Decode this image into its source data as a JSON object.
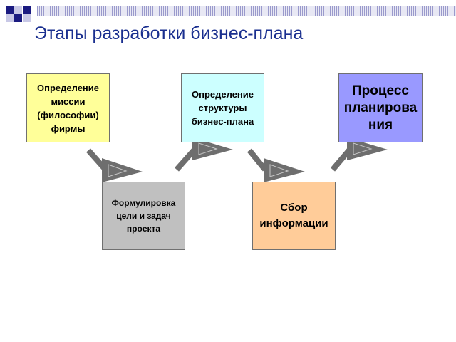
{
  "slide": {
    "title": "Этапы разработки бизнес-плана"
  },
  "steps": [
    {
      "label": "Определение\nмиссии\n(философии)\nфирмы",
      "color": "#ffff99"
    },
    {
      "label": "Формулировка\nцели и задач\nпроекта",
      "color": "#c0c0c0"
    },
    {
      "label": "Определение\nструктуры\nбизнес-плана",
      "color": "#ccffff"
    },
    {
      "label": "Сбор\nинформации",
      "color": "#ffcc99"
    },
    {
      "label": "Процесс\nпланирова\nния",
      "color": "#9999ff"
    }
  ],
  "colors": {
    "title": "#1a2f8f",
    "arrow": "#6e6e6e",
    "accent": "#1a1a80"
  }
}
